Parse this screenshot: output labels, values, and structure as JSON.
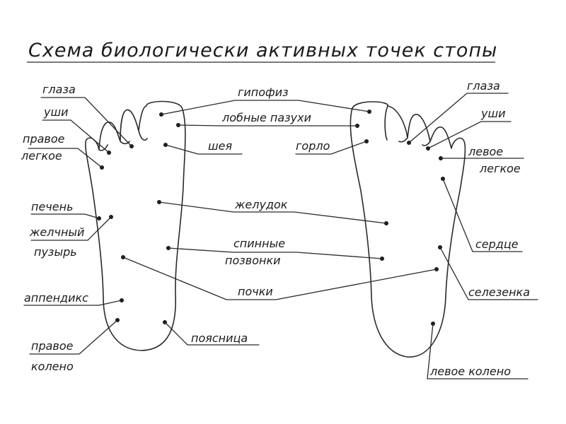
{
  "title": "Схема биологически активных точек стопы",
  "labels": {
    "glaza_left": "глаза",
    "ushi_left": "уши",
    "pravoe_legkoe_1": "правое",
    "pravoe_legkoe_2": "легкое",
    "pechen": "печень",
    "zhelchny_1": "желчный",
    "zhelchny_2": "пузырь",
    "appendiks": "аппендикс",
    "pravoe_koleno_1": "правое",
    "pravoe_koleno_2": "колено",
    "gipofiz": "гипофиз",
    "lobnye": "лобные пазухи",
    "sheya": "шея",
    "gorlo": "горло",
    "zheludok": "желудок",
    "spinnye_1": "спинные",
    "spinnye_2": "позвонки",
    "pochki": "почки",
    "poyasnitsa": "поясница",
    "glaza_right": "глаза",
    "ushi_right": "уши",
    "levoe_legkoe_1": "левое",
    "levoe_legkoe_2": "легкое",
    "serdtse": "сердце",
    "selezenka": "селезенка",
    "levoe_koleno": "левое колено"
  }
}
